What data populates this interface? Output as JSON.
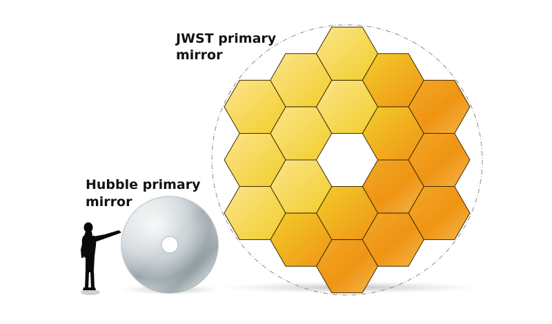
{
  "labels": {
    "jwst_line1": "JWST primary",
    "jwst_line2": "mirror",
    "hubble_line1": "Hubble primary",
    "hubble_line2": "mirror"
  },
  "colors": {
    "segment_yellow_light": "#fbe58a",
    "segment_yellow": "#f2cd2c",
    "segment_orange": "#ef9413",
    "segment_edge": "#3a2a00",
    "hubble_light": "#eef0f2",
    "hubble_dark": "#8d999f",
    "silhouette": "#0a0a0a",
    "shadow": "#c8c8c8",
    "outline_circle": "#888888"
  },
  "icons": {
    "person": "person-silhouette-icon",
    "hubble": "hubble-mirror-icon",
    "jwst": "jwst-mirror-icon"
  }
}
